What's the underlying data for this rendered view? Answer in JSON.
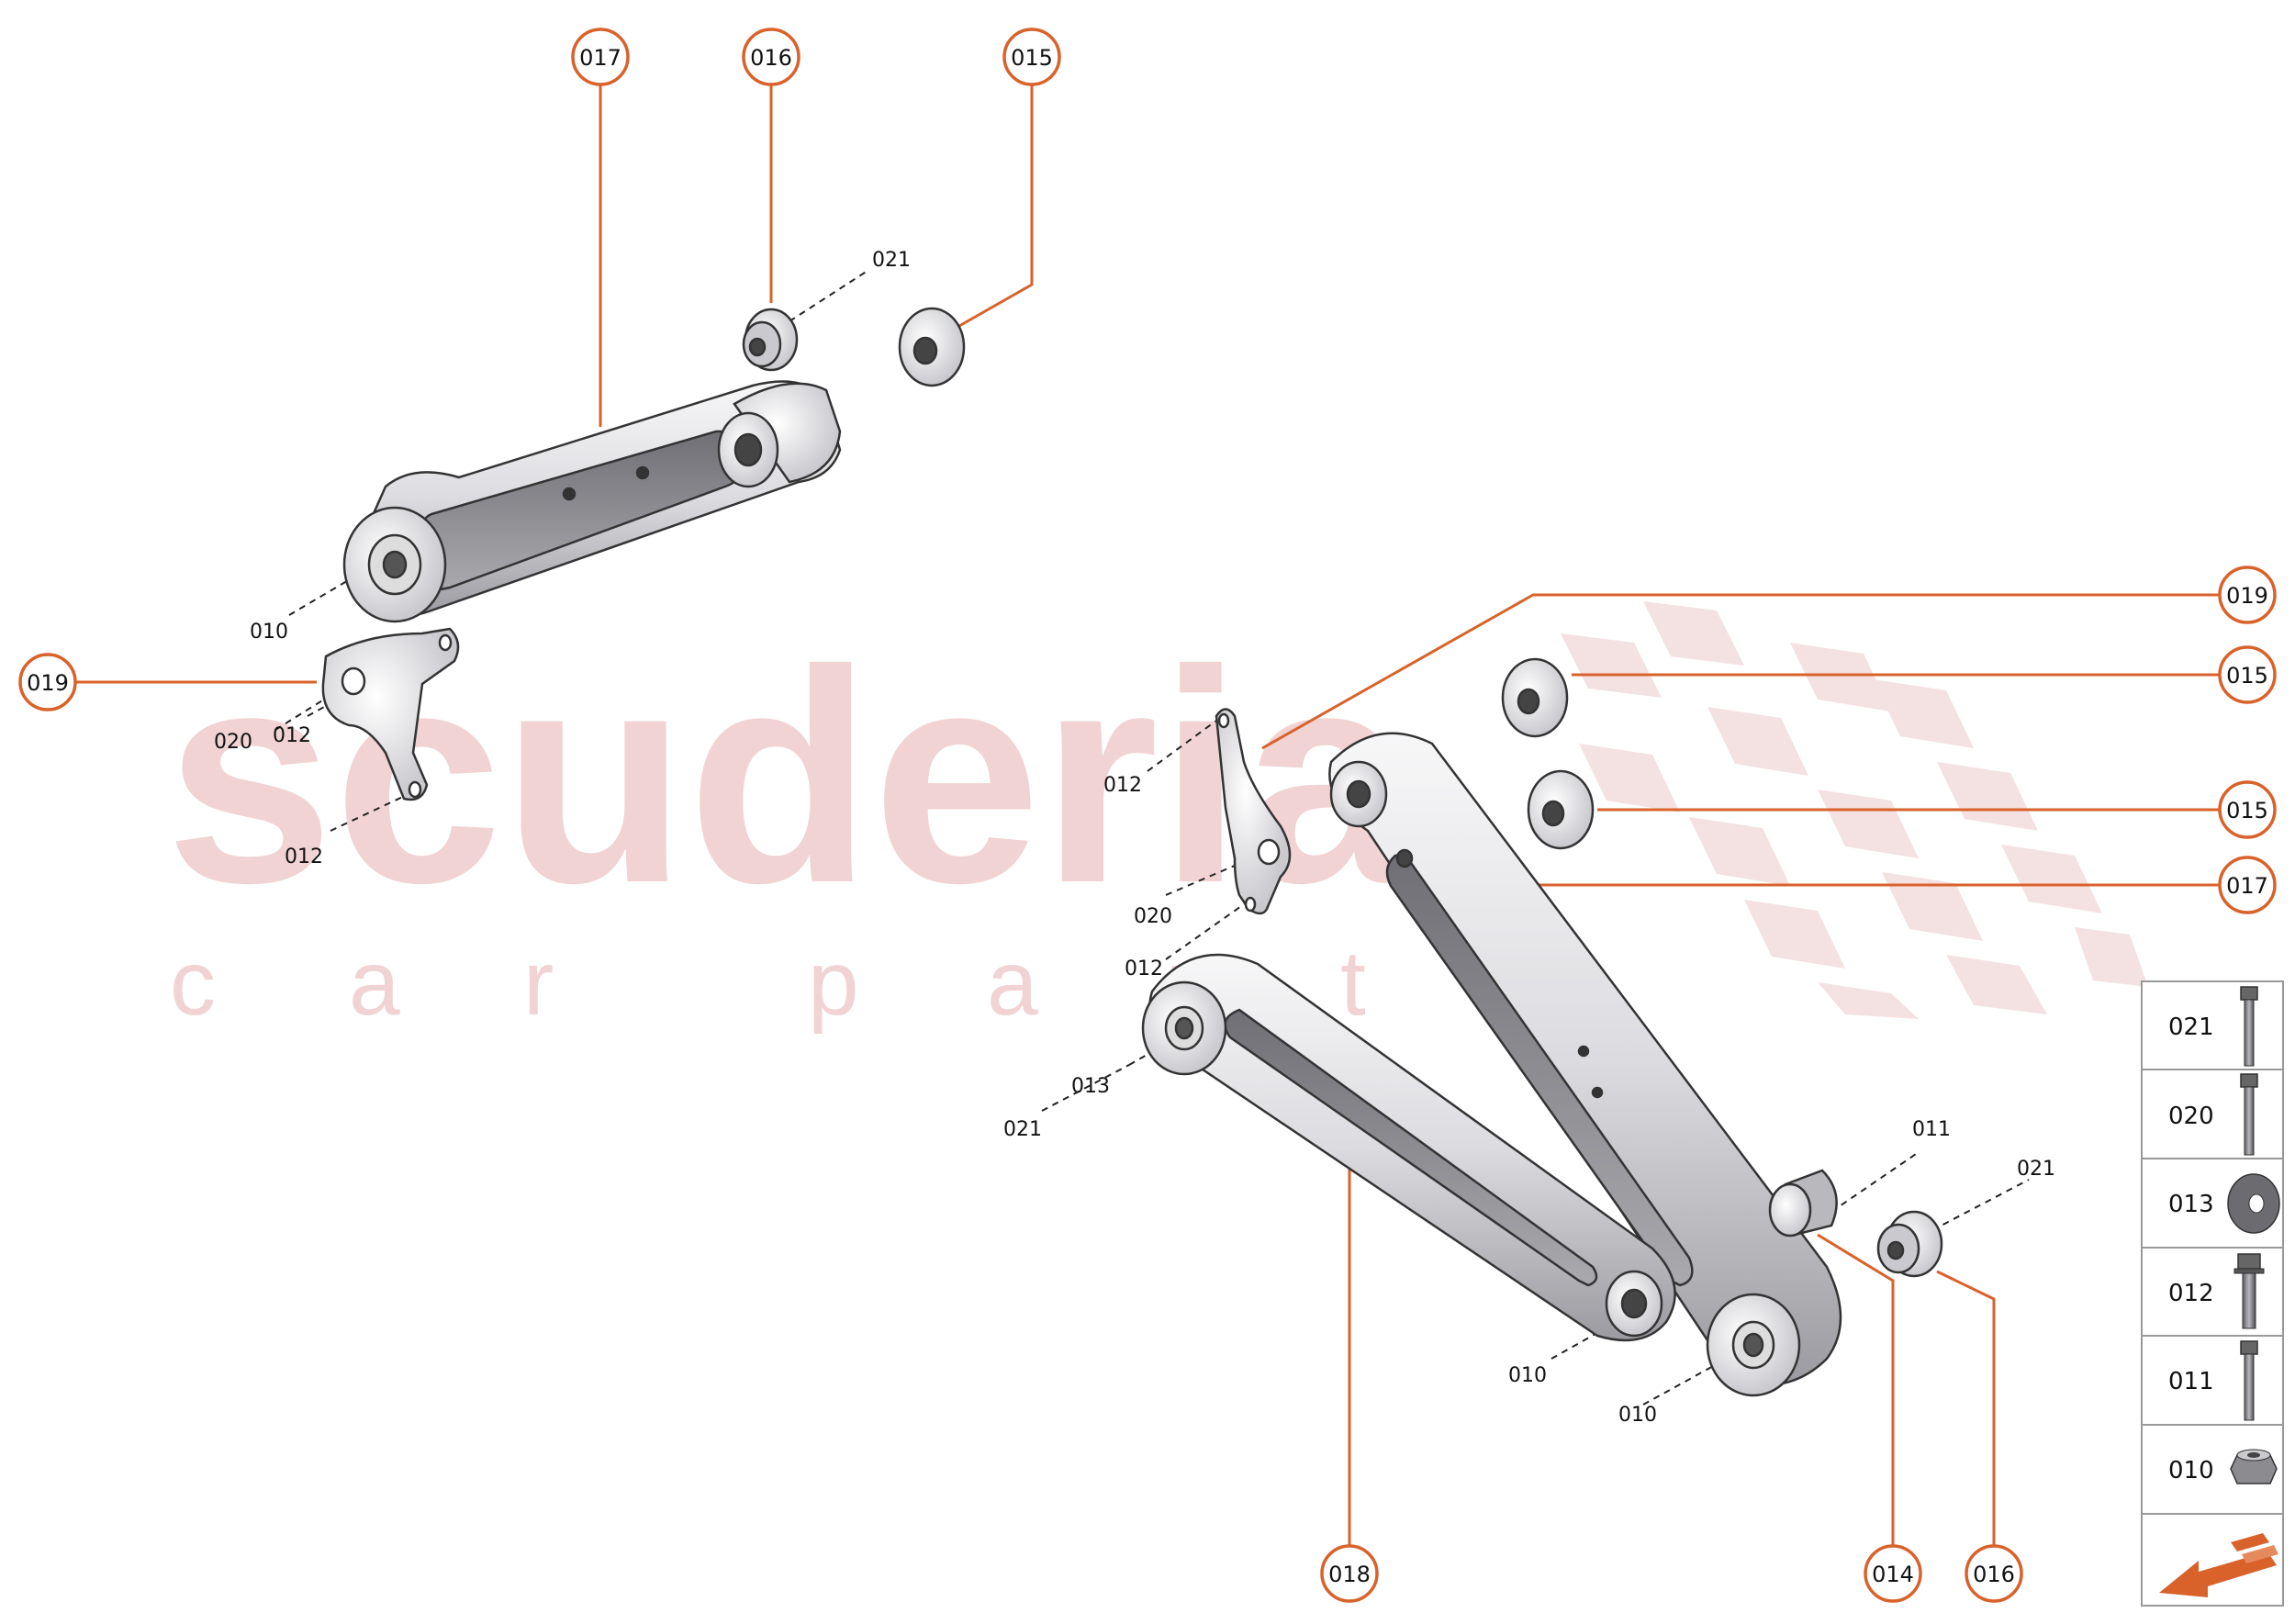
{
  "watermark": {
    "brand": "scuderia",
    "subtitle_letters": [
      "c",
      "a",
      "r",
      "p",
      "a",
      "r",
      "t",
      "s"
    ]
  },
  "callouts": {
    "top_017": "017",
    "top_016": "016",
    "top_015": "015",
    "left_019": "019",
    "right_019": "019",
    "right_015a": "015",
    "right_015b": "015",
    "right_017": "017",
    "bottom_018": "018",
    "bottom_014": "014",
    "bottom_016": "016"
  },
  "part_labels": {
    "upper_021": "021",
    "upper_010": "010",
    "upper_020": "020",
    "upper_012a": "012",
    "upper_012b": "012",
    "mid_012a": "012",
    "mid_020": "020",
    "mid_012b": "012",
    "mid_013": "013",
    "mid_021": "021",
    "low_011": "011",
    "low_021": "021",
    "low_010a": "010",
    "low_010b": "010"
  },
  "legend": {
    "items": [
      {
        "code": "021",
        "icon": "long-bolt-icon"
      },
      {
        "code": "020",
        "icon": "long-bolt-icon"
      },
      {
        "code": "013",
        "icon": "washer-icon"
      },
      {
        "code": "012",
        "icon": "flange-bolt-icon"
      },
      {
        "code": "011",
        "icon": "bolt-icon"
      },
      {
        "code": "010",
        "icon": "flange-nut-icon"
      }
    ],
    "footer_icon": "orange-arrow-logo-icon"
  },
  "colors": {
    "accent": "#d9622b",
    "watermark": "#f1d3d3",
    "part_fill": "#e9e9ec",
    "part_shadow": "#8d8d92"
  }
}
